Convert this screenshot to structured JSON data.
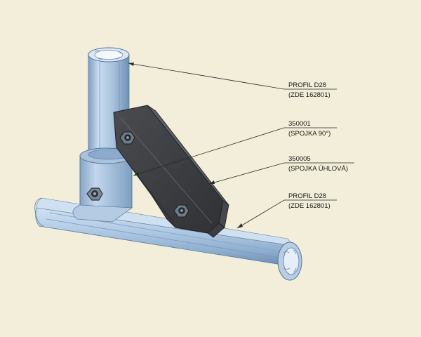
{
  "colors": {
    "background": "#f2eed9",
    "tube_light": "#c5d9ee",
    "tube_mid": "#9bb9d8",
    "tube_dark": "#6d8fb3",
    "connector_dark": "#3b3d40",
    "connector_mid": "#55585c",
    "leader_line": "#2a2a2a"
  },
  "callouts": [
    {
      "part": "PROFIL D28",
      "code": "(ZDE 162801)"
    },
    {
      "part": "350001",
      "code": "(SPOJKA 90°)"
    },
    {
      "part": "350005",
      "code": "(SPOJKA ÚHLOVÁ)"
    },
    {
      "part": "PROFIL D28",
      "code": "(ZDE 162801)"
    }
  ]
}
